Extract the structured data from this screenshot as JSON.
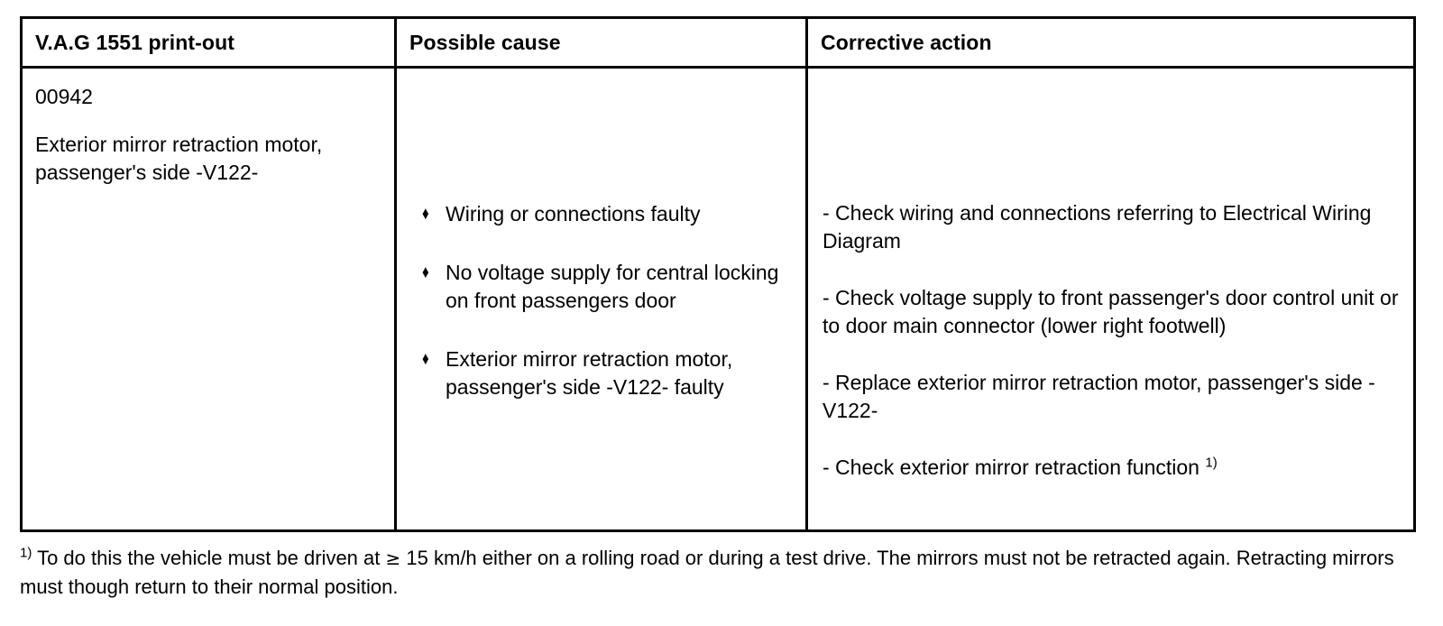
{
  "table": {
    "headers": [
      "V.A.G 1551 print-out",
      "Possible cause",
      "Corrective action"
    ],
    "row": {
      "print_out": {
        "code": "00942",
        "description_line1": "Exterior mirror retraction motor,",
        "description_line2": "passenger's side -V122-"
      },
      "possible_causes": [
        "Wiring or connections faulty",
        "No voltage supply for central locking on front passengers door",
        "Exterior mirror retraction motor, passenger's side -V122- faulty"
      ],
      "corrective_actions": [
        "- Check wiring and connections referring to Electrical Wiring Diagram",
        "- Check voltage supply to front passenger's door control unit or to door main connector (lower right footwell)",
        "- Replace exterior mirror retraction motor, passenger's side -V122-",
        "- Check exterior mirror retraction function"
      ],
      "corrective_action_footnote_marker": "1)"
    }
  },
  "footnote": {
    "marker": "1)",
    "text_before_symbol": "To do this the vehicle must be driven at",
    "symbol": "≥",
    "text_after_symbol": "15 km/h either on a rolling road or during a test drive. The mirrors must not be retracted again. Retracting mirrors must though return to their normal position."
  },
  "icons": {
    "bullet": "♦"
  },
  "colors": {
    "text": "#000000",
    "border": "#000000",
    "background": "#ffffff"
  }
}
